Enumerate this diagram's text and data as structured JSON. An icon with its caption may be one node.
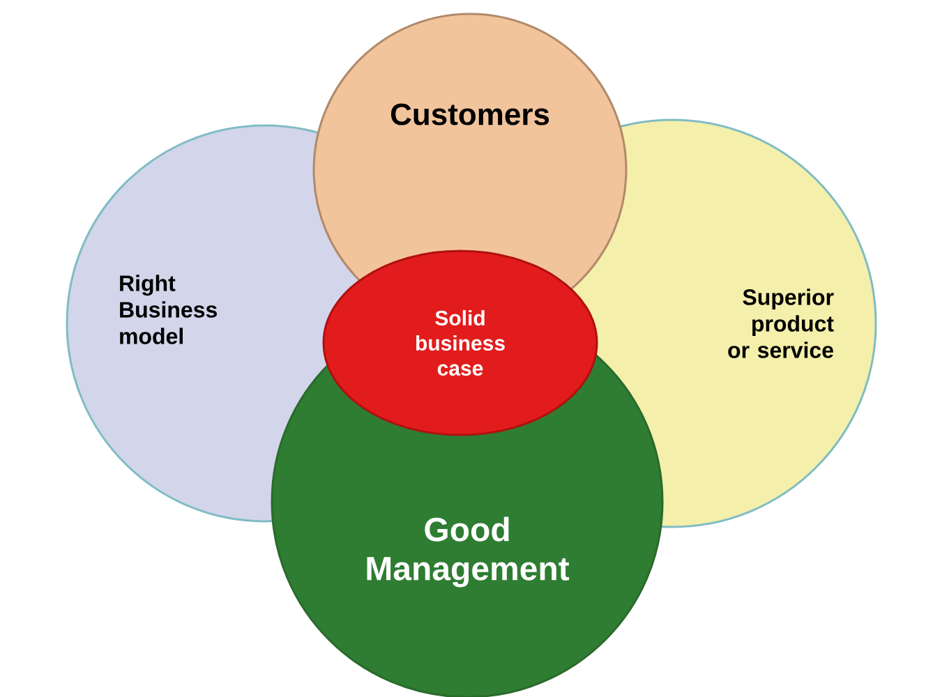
{
  "diagram": {
    "nodes": [
      {
        "text": [
          "Right Business model"
        ]
      },
      {
        "text": [
          "Superior product or service"
        ]
      },
      {
        "text": [
          "Customers"
        ]
      },
      {
        "text": [
          "Good Management"
        ]
      },
      {
        "text": [
          "Solid business case"
        ]
      }
    ]
  }
}
